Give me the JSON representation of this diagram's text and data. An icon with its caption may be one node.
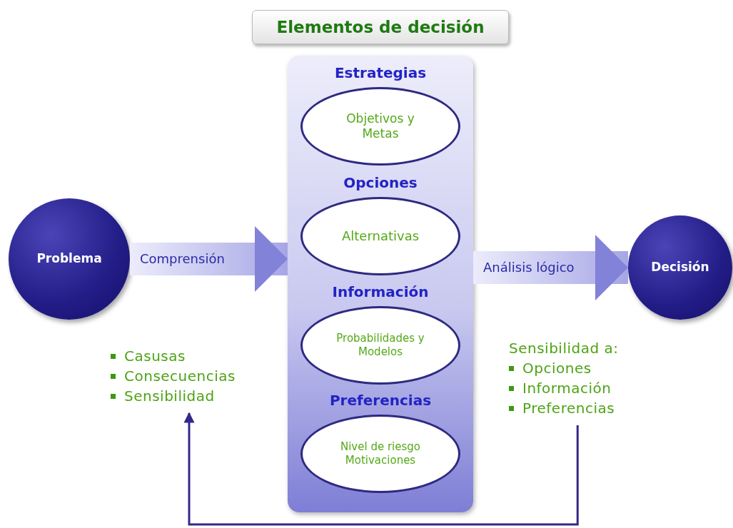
{
  "diagram": {
    "title": "Elementos de decisión",
    "nodes": [
      {
        "text": [
          "Problema"
        ]
      },
      {
        "text": [],
        "shape": "box"
      },
      {
        "text": [
          "Estrategias",
          "Objetivos y Metas"
        ],
        "in": 1
      },
      {
        "text": [
          "Opciones",
          "Alternativas"
        ],
        "in": 1
      },
      {
        "text": [
          "Información",
          "Probabilidades y Modelos"
        ],
        "in": 1
      },
      {
        "text": [
          "Preferencias",
          "Nivel de riesgo Motivaciones"
        ],
        "in": 1
      },
      {
        "text": [
          "Decisión"
        ]
      },
      {
        "text": [
          "Casusas",
          "Consecuencias",
          "Sensibilidad"
        ]
      },
      {
        "text": [
          "Sensibilidad a:",
          "Opciones",
          "Información",
          "Preferencias"
        ]
      }
    ],
    "edges": [
      {
        "from": 0,
        "to": 1,
        "arrow": "to",
        "label": "Comprensión",
        "style": "thick"
      },
      {
        "from": 1,
        "to": 6,
        "arrow": "to",
        "label": "Análisis lógico",
        "style": "thick"
      },
      {
        "from": 8,
        "to": 7,
        "arrow": "to"
      }
    ]
  }
}
